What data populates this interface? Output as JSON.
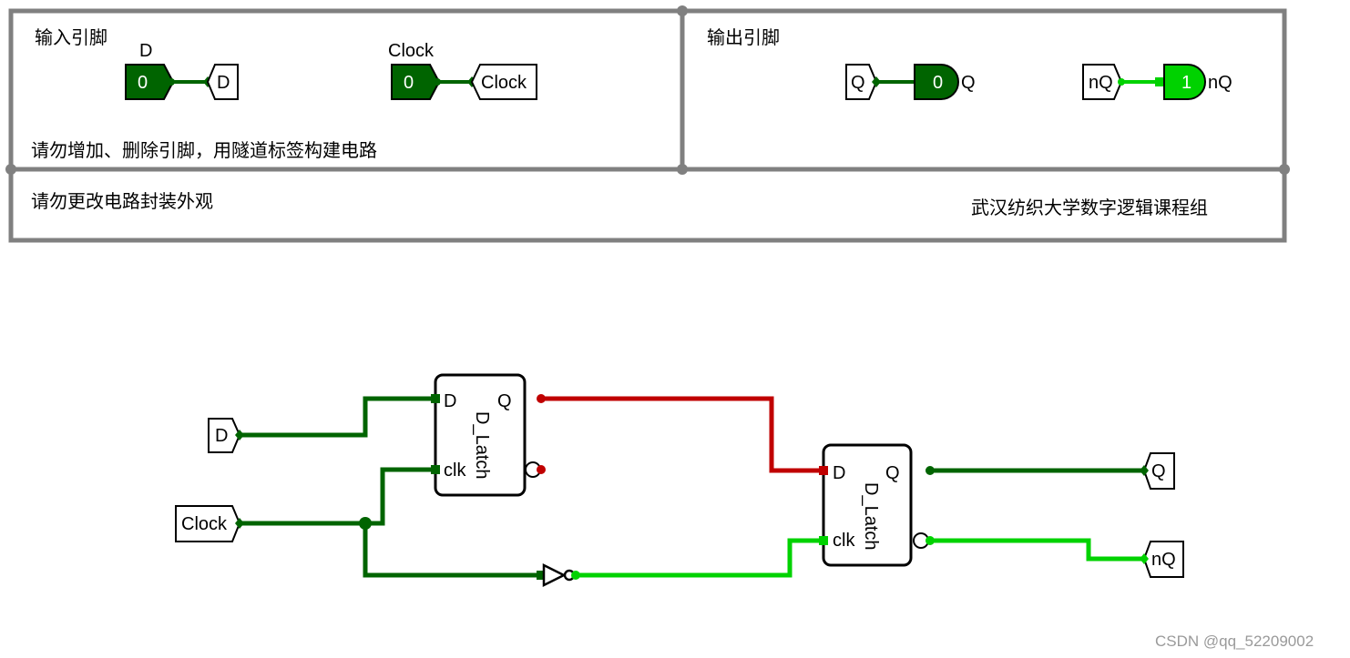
{
  "header": {
    "input_section_label": "输入引脚",
    "output_section_label": "输出引脚",
    "note_pins": "请勿增加、删除引脚，用隧道标签构建电路",
    "note_package": "请勿更改电路封装外观",
    "credit": "武汉纺织大学数字逻辑课程组"
  },
  "input_pins": [
    {
      "label": "D",
      "value": "0",
      "tunnel": "D"
    },
    {
      "label": "Clock",
      "value": "0",
      "tunnel": "Clock"
    }
  ],
  "output_pins": [
    {
      "label": "Q",
      "value": "0",
      "tunnel": "Q"
    },
    {
      "label": "nQ",
      "value": "1",
      "tunnel": "nQ"
    }
  ],
  "circuit": {
    "tunnel_d": "D",
    "tunnel_clock": "Clock",
    "tunnel_q": "Q",
    "tunnel_nq": "nQ",
    "latch1": {
      "name": "D_Latch",
      "port_d": "D",
      "port_q": "Q",
      "port_clk": "clk"
    },
    "latch2": {
      "name": "D_Latch",
      "port_d": "D",
      "port_q": "Q",
      "port_clk": "clk"
    }
  },
  "colors": {
    "wire_low": "#006400",
    "wire_high": "#00d200",
    "wire_error": "#c00000",
    "frame": "#808080"
  },
  "watermark": "CSDN @qq_52209002"
}
